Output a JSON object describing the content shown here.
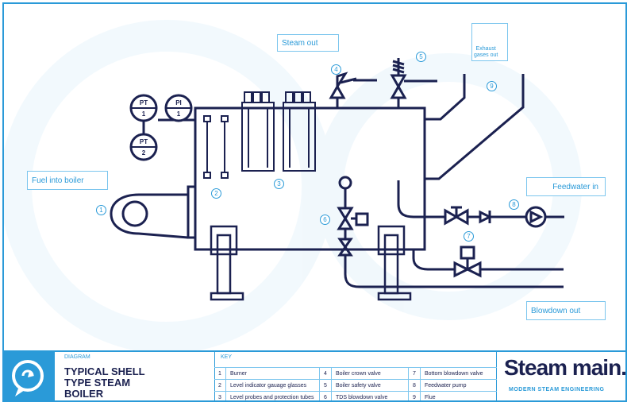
{
  "diagram": {
    "labels": {
      "steam_out": "Steam out",
      "exhaust": "Exhaust\ngases out",
      "fuel_in": "Fuel into boiler",
      "feedwater_in": "Feedwater in",
      "blowdown_out": "Blowdown out"
    },
    "gauges": {
      "pt1_top": "PT",
      "pt1_num": "1",
      "pi1_top": "PI",
      "pi1_num": "1",
      "pt2_top": "PT",
      "pt2_num": "2"
    },
    "callouts": [
      "1",
      "2",
      "3",
      "4",
      "5",
      "6",
      "7",
      "8",
      "9"
    ]
  },
  "footer": {
    "diagram_header": "DIAGRAM",
    "title": "TYPICAL SHELL\nTYPE STEAM\nBOILER",
    "key_header": "KEY",
    "key": [
      {
        "n": "1",
        "t": "Burner"
      },
      {
        "n": "2",
        "t": "Level indicator gauage glasses"
      },
      {
        "n": "3",
        "t": "Level probes and protection tubes"
      },
      {
        "n": "4",
        "t": "Boiler crown valve"
      },
      {
        "n": "5",
        "t": "Boiler safety valve"
      },
      {
        "n": "6",
        "t": "TDS blowdown valve"
      },
      {
        "n": "7",
        "t": "Bottom blowdown valve"
      },
      {
        "n": "8",
        "t": "Feedwater pump"
      },
      {
        "n": "9",
        "t": "Flue"
      }
    ],
    "brand": "Steam main.com",
    "tagline": "MODERN STEAM ENGINEERING"
  },
  "colors": {
    "navy": "#1b2150",
    "blue": "#2a9ad8",
    "light": "#7cc6ee"
  }
}
